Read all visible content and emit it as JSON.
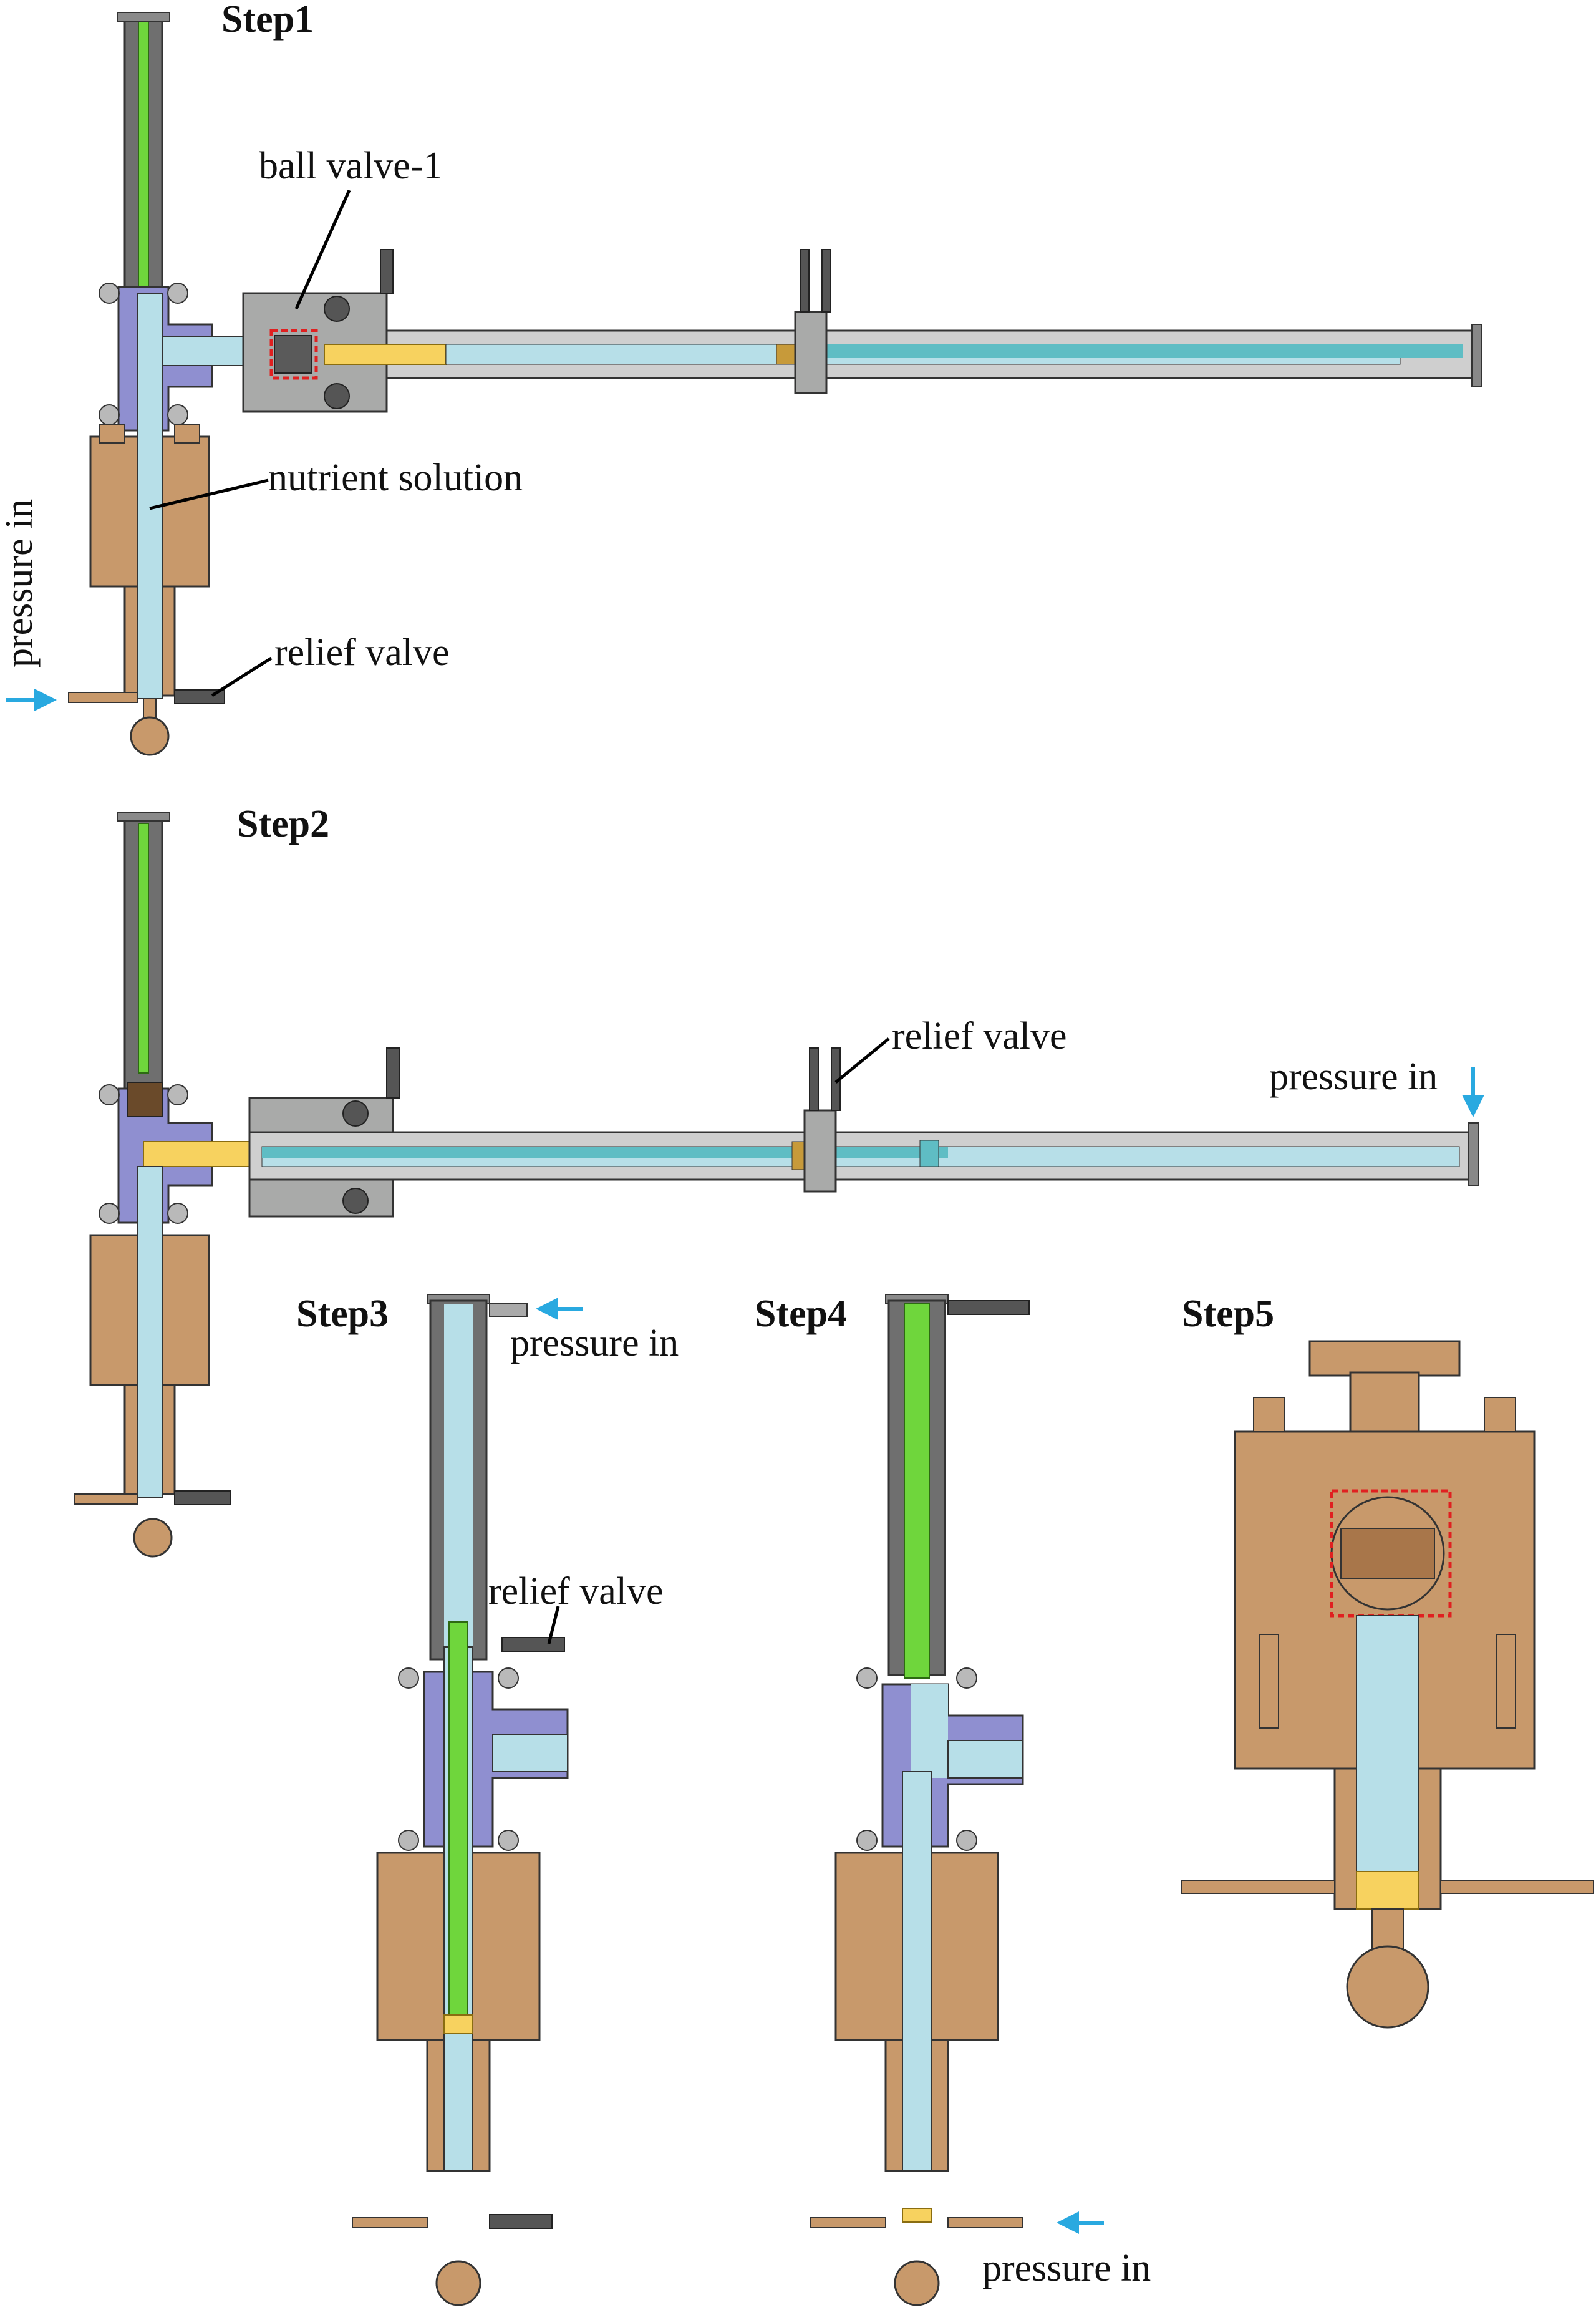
{
  "steps": {
    "s1": "Step1",
    "s2": "Step2",
    "s3": "Step3",
    "s4": "Step4",
    "s5": "Step5"
  },
  "labels": {
    "ball_valve": "ball valve-1",
    "nutrient_solution": "nutrient solution",
    "pressure_in": "pressure in",
    "relief_valve": "relief valve"
  },
  "colors": {
    "bronze": "#c8996b",
    "steel": "#a9aaa9",
    "dark_steel": "#6f6f6f",
    "fluid": "#b7dfe8",
    "teal": "#5fbdc4",
    "yellow": "#f7d25f",
    "green": "#6fd63c",
    "violet": "#8f8fd0",
    "arrow": "#29a9e0",
    "highlight": "#e02020"
  }
}
